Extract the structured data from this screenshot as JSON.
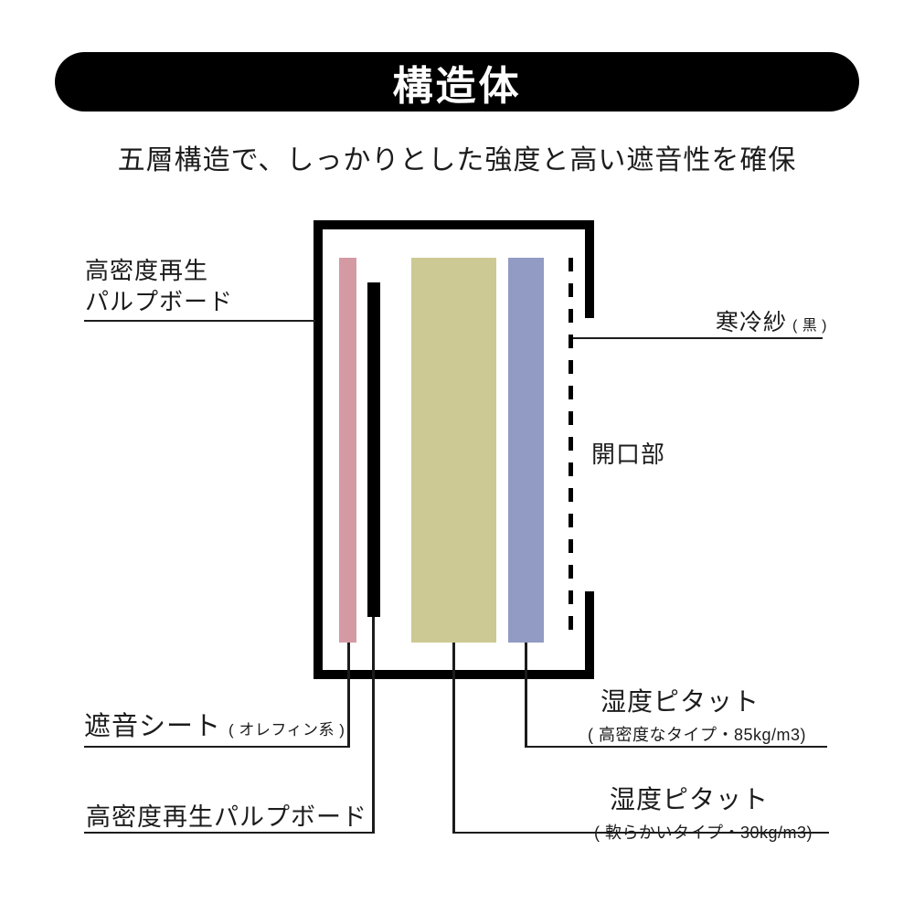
{
  "header": {
    "title": "構造体"
  },
  "subtitle": "五層構造で、しっかりとした強度と高い遮音性を確保",
  "diagram": {
    "labels": {
      "pulp_board_top": {
        "line1": "高密度再生",
        "line2": "パルプボード"
      },
      "kanreisha": {
        "main": "寒冷紗",
        "sub": "( 黒 )"
      },
      "opening": "開口部",
      "shaon_sheet": {
        "main": "遮音シート",
        "sub": "( オレフィン系 )"
      },
      "pulp_board_bottom": "高密度再生パルプボード",
      "pitatto_dense": {
        "main": "湿度ピタット",
        "sub": "( 高密度なタイプ・85kg/m3)"
      },
      "pitatto_soft": {
        "main": "湿度ピタット",
        "sub": "( 軟らかいタイプ・30kg/m3)"
      }
    },
    "colors": {
      "frame": "#000000",
      "shaon_sheet_layer": "#d49aa3",
      "pulp_board_layer": "#000000",
      "pitatto_soft_layer": "#cdc994",
      "pitatto_dense_layer": "#929bc3",
      "connector_line": "#1c1c1c"
    },
    "layers": [
      {
        "name": "高密度再生パルプボード (外枠)",
        "color": "#000000"
      },
      {
        "name": "遮音シート ( オレフィン系 )",
        "color": "#d49aa3"
      },
      {
        "name": "高密度再生パルプボード",
        "color": "#000000"
      },
      {
        "name": "湿度ピタット ( 軟らかいタイプ・30kg/m3)",
        "color": "#cdc994"
      },
      {
        "name": "湿度ピタット ( 高密度なタイプ・85kg/m3)",
        "color": "#929bc3"
      },
      {
        "name": "寒冷紗 ( 黒 ) / 開口部",
        "color": "#000000"
      }
    ]
  }
}
